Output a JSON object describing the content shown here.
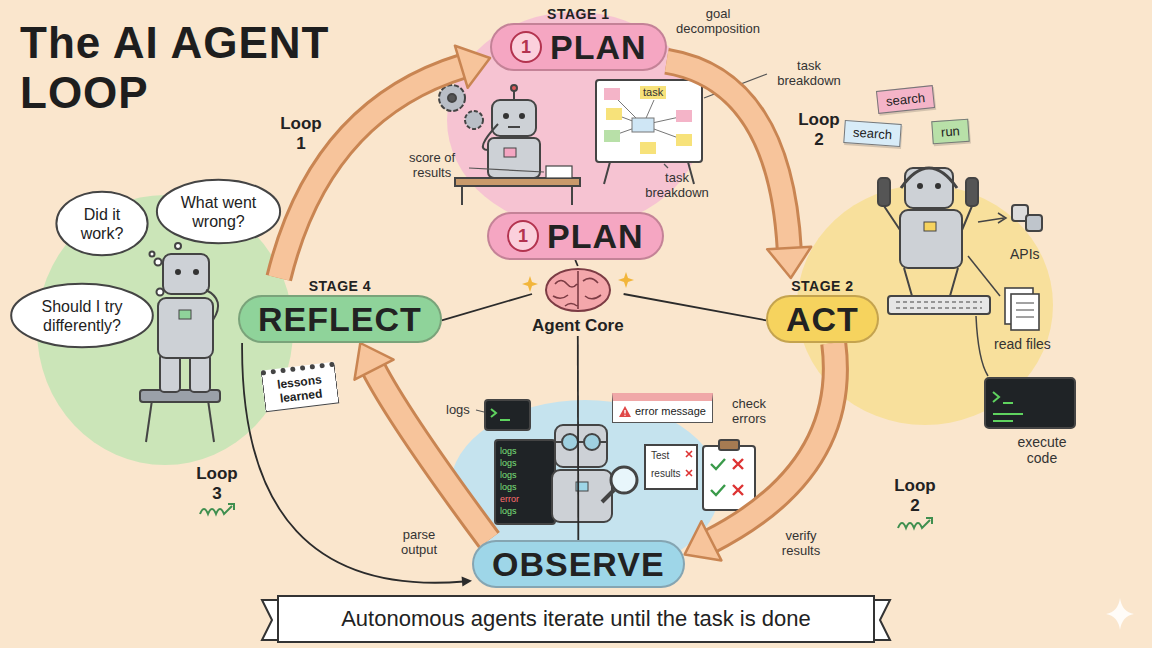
{
  "diagram": {
    "title": "The AI AGENT LOOP",
    "caption": "Autonomous agents iterate until the task is done",
    "nodes": [
      {
        "text": [
          "STAGE 1",
          "1",
          "PLAN"
        ]
      },
      {
        "text": [
          "1",
          "PLAN"
        ]
      },
      {
        "text": [
          "Agent Core"
        ]
      },
      {
        "text": [
          "STAGE 2",
          "ACT"
        ]
      },
      {
        "text": [
          "STAGE 4",
          "REFLECT"
        ]
      },
      {
        "text": [
          "OBSERVE"
        ]
      },
      {
        "text": [
          "Did it work?"
        ]
      },
      {
        "text": [
          "What went wrong?"
        ]
      },
      {
        "text": [
          "Should I try differently?"
        ]
      },
      {
        "text": [
          "search"
        ]
      },
      {
        "text": [
          "search"
        ]
      },
      {
        "text": [
          "run"
        ]
      },
      {
        "text": [
          "lessons learned"
        ]
      },
      {
        "text": [
          "error message"
        ]
      }
    ],
    "edges": [
      {
        "from": 4,
        "to": 0,
        "arrow": "to"
      },
      {
        "from": 0,
        "to": 3,
        "arrow": "to"
      },
      {
        "from": 3,
        "to": 5,
        "arrow": "to"
      },
      {
        "from": 5,
        "to": 4,
        "arrow": "to"
      },
      {
        "from": 1,
        "to": 2,
        "arrow": "none"
      },
      {
        "from": 2,
        "to": 3,
        "arrow": "none"
      },
      {
        "from": 2,
        "to": 4,
        "arrow": "none"
      },
      {
        "from": 2,
        "to": 5,
        "arrow": "none"
      },
      {
        "from": 4,
        "to": 5,
        "arrow": "to"
      }
    ],
    "labels": [
      "goal decomposition",
      "task breakdown",
      "task",
      "score of results",
      "task breakdown",
      "Loop 1",
      "Loop 2",
      "APIs",
      "read files",
      "logs",
      "check errors",
      "Test",
      "results",
      "execute code",
      "Loop 2",
      "verify results",
      "parse output",
      "Loop 3",
      "logs",
      "logs",
      "logs",
      "logs",
      "error",
      "logs"
    ]
  }
}
